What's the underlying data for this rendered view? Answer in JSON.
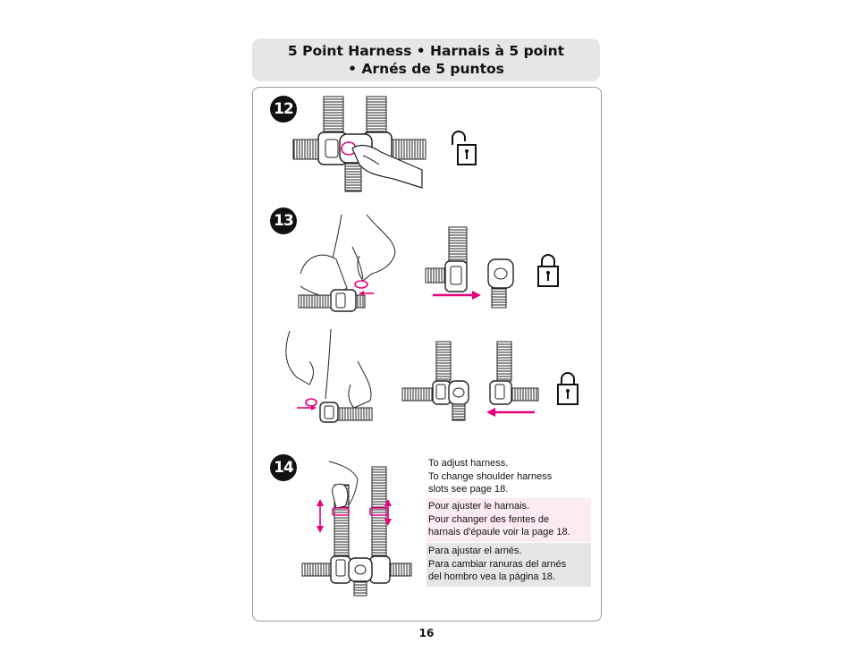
{
  "header": {
    "line1": "5 Point Harness  •  Harnais à 5 point",
    "line2": "•  Arnés de 5 puntos"
  },
  "steps": {
    "s12": "12",
    "s13": "13",
    "s14": "14"
  },
  "instructions": {
    "en": [
      "To adjust harness.",
      "To change shoulder harness",
      "slots see page 18."
    ],
    "fr": [
      "Pour ajuster le harnais.",
      "Pour changer des fentes de",
      "harnais d'épaule voir la page 18."
    ],
    "es": [
      "Para ajustar el arnés.",
      "Para cambiar ranuras del arnés",
      "del hombro vea la página 18."
    ]
  },
  "icons": {
    "unlocked": "unlocked-padlock-icon",
    "locked": "locked-padlock-icon",
    "arrow": "magenta-arrow-icon"
  },
  "colors": {
    "accent": "#e6007e",
    "header_bg": "#e6e6e6",
    "fr_bg": "#fcecef",
    "es_bg": "#e6e6e6"
  },
  "page_number": "16"
}
